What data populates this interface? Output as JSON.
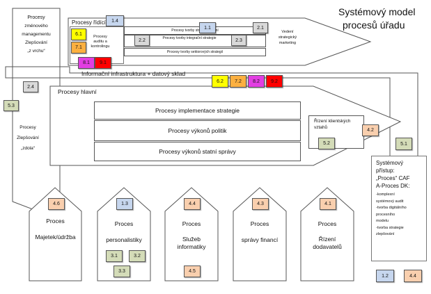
{
  "title": {
    "line1": "Systémový model",
    "line2": "procesů úřadu"
  },
  "colors": {
    "blue": "#c6d6ee",
    "gray": "#d9d9d9",
    "yellow": "#ffff00",
    "orange": "#fcb040",
    "magenta": "#e23ee2",
    "red": "#ff0000",
    "peach": "#f9cfae",
    "olive": "#d4dcb8"
  },
  "change_process": {
    "lines": [
      "Procesy",
      "změnového",
      "managementu",
      "Zlepšování",
      "„z vrchu“"
    ],
    "badge_top": "2.4",
    "badge_side": "5.3",
    "bottom_lines": [
      "Procesy",
      "Zlepšování",
      "„zdola“"
    ]
  },
  "governance": {
    "label": "Procesy řídící",
    "badge": "1.4",
    "audit_lines": [
      "Procesy",
      "auditu a",
      "kontrolingu"
    ],
    "audit_badges": {
      "a": "6.1",
      "b": "7.1",
      "c": "8.1",
      "d": "9.1"
    },
    "strategy_formation": "Procesy tvorby strategie řízení",
    "strategy_badge": "1.1",
    "integration_strategy": "Procesy tvorby integrační strategie",
    "badge_2_2": "2.2",
    "badge_2_3": "2.3",
    "sector_strategy": "Procesy tvorby sektorových strategií",
    "marketing_lines": [
      "Vedení",
      "strategický",
      "marketing"
    ],
    "marketing_badge": "2.1"
  },
  "infrastructure": {
    "label": "Informační infrastruktura + datový sklad",
    "badges": [
      "6.2",
      "7.2",
      "8.2",
      "9.2"
    ]
  },
  "main": {
    "label": "Procesy hlavní",
    "rows": [
      "Procesy implementace strategie",
      "Procesy výkonů politik",
      "Procesy výkonů statní správy"
    ],
    "client_lines": [
      "Řízení klientských",
      "vztahů"
    ],
    "client_badge": "4.2",
    "badge_5_2": "5.2",
    "badge_5_1": "5.1"
  },
  "support": [
    {
      "badge": "4.6",
      "title": "Proces",
      "name": "Majetek/údržba"
    },
    {
      "badge": "1.3",
      "title": "Proces",
      "name": "personalistiky",
      "extra": [
        "3.1",
        "3.2",
        "3.3"
      ]
    },
    {
      "badge": "4.4",
      "title": "Proces",
      "name_lines": [
        "Služeb",
        "informatiky"
      ],
      "extra": [
        "4.5"
      ]
    },
    {
      "badge": "4.3",
      "title": "Proces",
      "name": "správy financí"
    },
    {
      "badge": "4.1",
      "title": "Proces",
      "name_lines": [
        "Řízení",
        "dodavatelů"
      ]
    }
  ],
  "approach": {
    "lines": [
      "Systémový",
      "přístup:",
      "„Proces“ CAF",
      "A-Proces DK:"
    ],
    "bullets": [
      "-komplexní",
      "systémový audit",
      "-tvorba digitálního",
      "procesního",
      "modelu",
      "-tvorba strategie",
      "zlepšování"
    ],
    "badge_a": "1.2",
    "badge_b": "4.4"
  }
}
